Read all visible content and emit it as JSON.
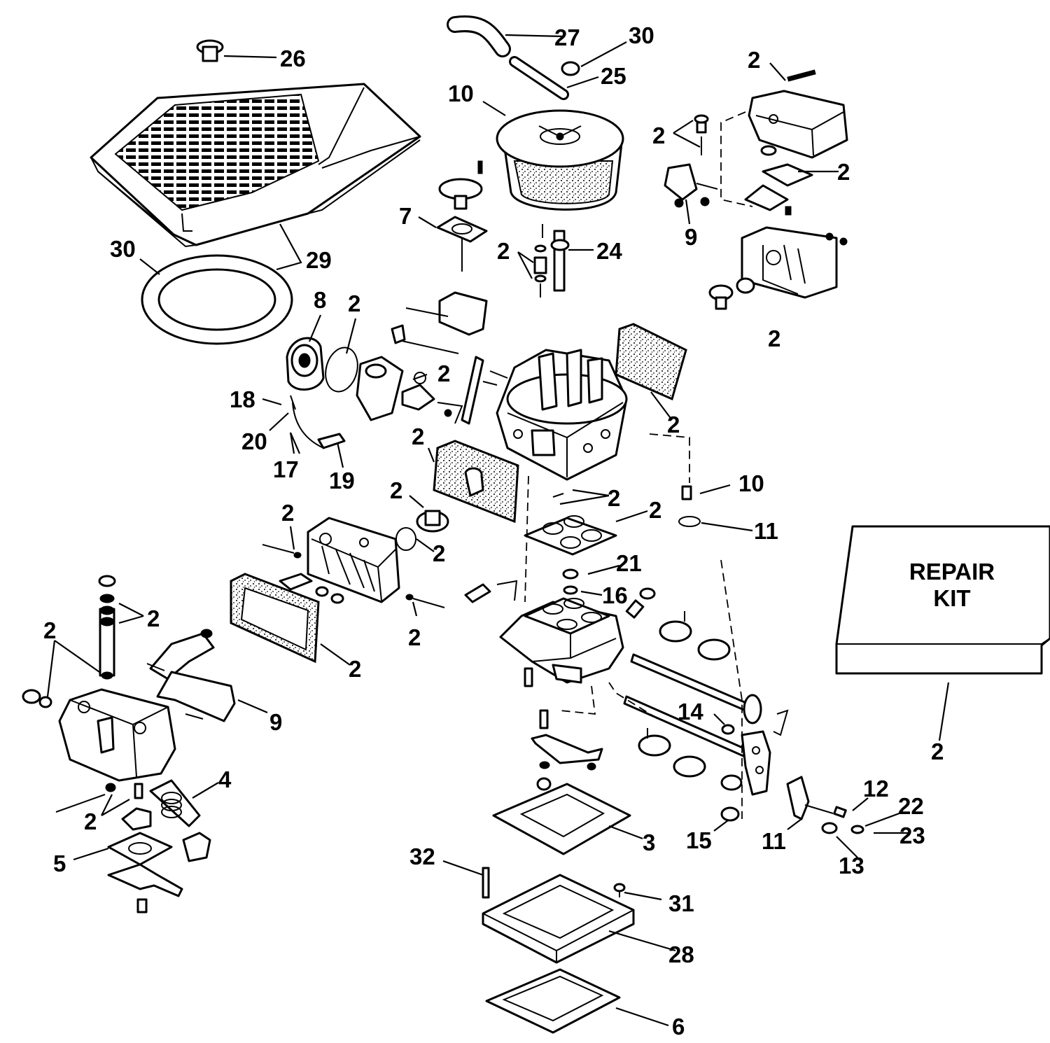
{
  "repair_kit": {
    "line1": "REPAIR",
    "line2": "KIT"
  },
  "callouts": [
    {
      "id": "c26",
      "text": "26"
    },
    {
      "id": "c27",
      "text": "27"
    },
    {
      "id": "c30a",
      "text": "30"
    },
    {
      "id": "c25",
      "text": "25"
    },
    {
      "id": "c10a",
      "text": "10"
    },
    {
      "id": "c2a",
      "text": "2"
    },
    {
      "id": "c2b",
      "text": "2"
    },
    {
      "id": "c2c",
      "text": "2"
    },
    {
      "id": "c9a",
      "text": "9"
    },
    {
      "id": "c7",
      "text": "7"
    },
    {
      "id": "c2d",
      "text": "2"
    },
    {
      "id": "c24",
      "text": "24"
    },
    {
      "id": "c30b",
      "text": "30"
    },
    {
      "id": "c29",
      "text": "29"
    },
    {
      "id": "c2e",
      "text": "2"
    },
    {
      "id": "c8",
      "text": "8"
    },
    {
      "id": "c2f",
      "text": "2"
    },
    {
      "id": "c2g",
      "text": "2"
    },
    {
      "id": "c18",
      "text": "18"
    },
    {
      "id": "c20",
      "text": "20"
    },
    {
      "id": "c17",
      "text": "17"
    },
    {
      "id": "c19",
      "text": "19"
    },
    {
      "id": "c2h",
      "text": "2"
    },
    {
      "id": "c2i",
      "text": "2"
    },
    {
      "id": "c10b",
      "text": "10"
    },
    {
      "id": "c2j",
      "text": "2"
    },
    {
      "id": "c2k",
      "text": "2"
    },
    {
      "id": "c2l",
      "text": "2"
    },
    {
      "id": "c11a",
      "text": "11"
    },
    {
      "id": "c2m",
      "text": "2"
    },
    {
      "id": "c2n",
      "text": "2"
    },
    {
      "id": "c21",
      "text": "21"
    },
    {
      "id": "c16",
      "text": "16"
    },
    {
      "id": "c2o",
      "text": "2"
    },
    {
      "id": "c2p",
      "text": "2"
    },
    {
      "id": "c2q",
      "text": "2"
    },
    {
      "id": "c2r",
      "text": "2"
    },
    {
      "id": "c9b",
      "text": "9"
    },
    {
      "id": "c14",
      "text": "14"
    },
    {
      "id": "c4",
      "text": "4"
    },
    {
      "id": "c2s",
      "text": "2"
    },
    {
      "id": "c5",
      "text": "5"
    },
    {
      "id": "c2t",
      "text": "2"
    },
    {
      "id": "c12",
      "text": "12"
    },
    {
      "id": "c22",
      "text": "22"
    },
    {
      "id": "c3",
      "text": "3"
    },
    {
      "id": "c15",
      "text": "15"
    },
    {
      "id": "c11b",
      "text": "11"
    },
    {
      "id": "c23",
      "text": "23"
    },
    {
      "id": "c13",
      "text": "13"
    },
    {
      "id": "c32",
      "text": "32"
    },
    {
      "id": "c31",
      "text": "31"
    },
    {
      "id": "c28",
      "text": "28"
    },
    {
      "id": "c6",
      "text": "6"
    }
  ]
}
